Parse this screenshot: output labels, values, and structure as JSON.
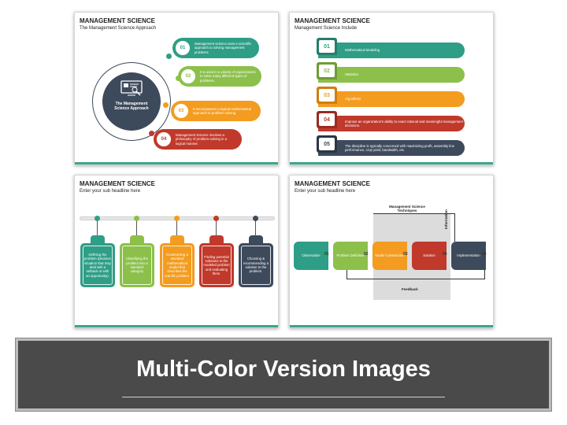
{
  "slides": [
    {
      "title": "MANAGEMENT SCIENCE",
      "subtitle": "The Management Science Approach",
      "center_label": "The Management Science Approach",
      "items": [
        {
          "num": "01",
          "text": "Management science uses a scientific approach to solving management problems",
          "color": "#2e9e86"
        },
        {
          "num": "02",
          "text": "It is used in a variety of organizations to solve many different types of problems.",
          "color": "#8cc04b"
        },
        {
          "num": "03",
          "text": "It encompasses a logical-mathematical approach to problem solving.",
          "color": "#f39c1f"
        },
        {
          "num": "04",
          "text": "Management Science involves a philosophy of problem-solving in a logical manner.",
          "color": "#c0392b"
        }
      ]
    },
    {
      "title": "MANAGEMENT SCIENCE",
      "subtitle": "Management Science Include",
      "items": [
        {
          "num": "01",
          "text": "Mathematical Modeling",
          "color": "#2e9e86"
        },
        {
          "num": "02",
          "text": "Statistics",
          "color": "#8cc04b"
        },
        {
          "num": "03",
          "text": "Algorithms",
          "color": "#f39c1f"
        },
        {
          "num": "04",
          "text": "Improve an organization's ability to enact rational and meaningful management decisions.",
          "color": "#c0392b"
        },
        {
          "num": "05",
          "text": "The discipline is typically concerned with maximizing profit, assembly line performance, crop yield, bandwidth, etc.",
          "color": "#3d4a5c"
        }
      ]
    },
    {
      "title": "MANAGEMENT SCIENCE",
      "subtitle": "Enter your sub headline here",
      "items": [
        {
          "text": "Defining the problem (decision situation that may deal with a setback or with an opportunity).",
          "color": "#2e9e86"
        },
        {
          "text": "Classifying the problem into a standard category",
          "color": "#8cc04b"
        },
        {
          "text": "Constructing a standard mathematical model that describes the real-life problem.",
          "color": "#f39c1f"
        },
        {
          "text": "Finding potential solutions to the modeled problem and evaluating them.",
          "color": "#c0392b"
        },
        {
          "text": "Choosing & recommending a solution to the problem.",
          "color": "#3d4a5c"
        }
      ]
    },
    {
      "title": "MANAGEMENT SCIENCE",
      "subtitle": "Enter your sub headline here",
      "techniques_label": "Management Science Techniques",
      "information_label": "Information",
      "feedback_label": "Feedback",
      "steps": [
        {
          "num": "01",
          "text": "Observation",
          "color": "#2e9e86"
        },
        {
          "num": "02",
          "text": "Problem Definition",
          "color": "#8cc04b"
        },
        {
          "num": "03",
          "text": "Model Construction",
          "color": "#f39c1f"
        },
        {
          "num": "04",
          "text": "Solution",
          "color": "#c0392b"
        },
        {
          "num": "05",
          "text": "Implementation",
          "color": "#3d4a5c"
        }
      ]
    }
  ],
  "banner": {
    "title": "Multi-Color Version Images"
  }
}
